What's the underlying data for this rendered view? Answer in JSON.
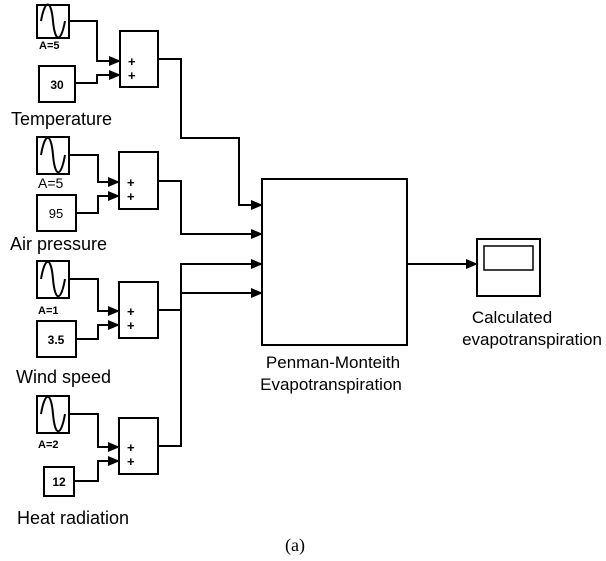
{
  "inputs": [
    {
      "label": "Temperature",
      "amplitude": "A=5",
      "constant": "30"
    },
    {
      "label": "Air pressure",
      "amplitude": "A=5",
      "constant": "95"
    },
    {
      "label": "Wind speed",
      "amplitude": "A=1",
      "constant": "3.5"
    },
    {
      "label": "Heat radiation",
      "amplitude": "A=2",
      "constant": "12"
    }
  ],
  "sum_signs": [
    "+",
    "+"
  ],
  "model": {
    "label_line1": "Penman-Monteith",
    "label_line2": "Evapotranspiration"
  },
  "scope": {
    "label_line1": "Calculated",
    "label_line2": "evapotranspiration"
  },
  "caption": "(a)"
}
